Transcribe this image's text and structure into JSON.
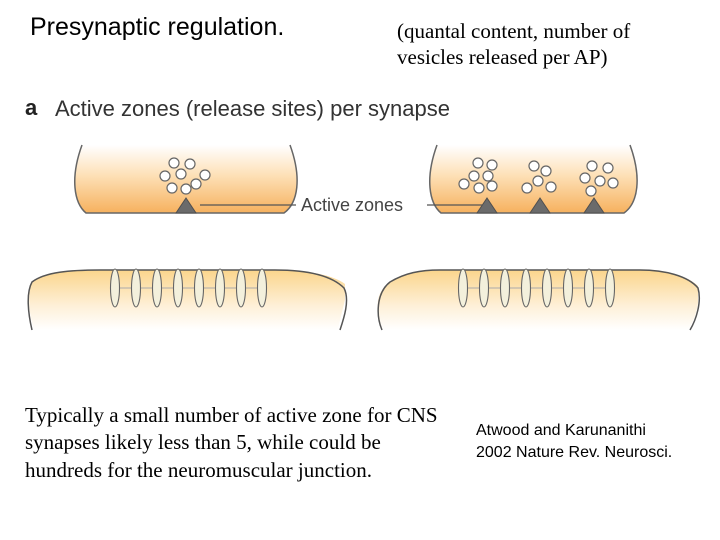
{
  "title": "Presynaptic regulation.",
  "subtitle": "(quantal content, number of vesicles released per AP)",
  "figure": {
    "panel_letter": "a",
    "panel_title": "Active zones (release sites) per synapse",
    "callout_label": "Active zones",
    "colors": {
      "terminal_fill": "#f6b15e",
      "terminal_outline": "#555555",
      "active_zone": "#6b6b6b",
      "vesicle": "#ffffff",
      "receptor": "#f3f0dc",
      "postsynaptic_fill": "#fbd58c"
    }
  },
  "body_text": "Typically a small number of active zone for CNS synapses likely less than 5, while could be hundreds for the neuromuscular junction.",
  "citation": {
    "line1": "Atwood and Karunanithi",
    "line2": "2002 Nature Rev. Neurosci."
  }
}
